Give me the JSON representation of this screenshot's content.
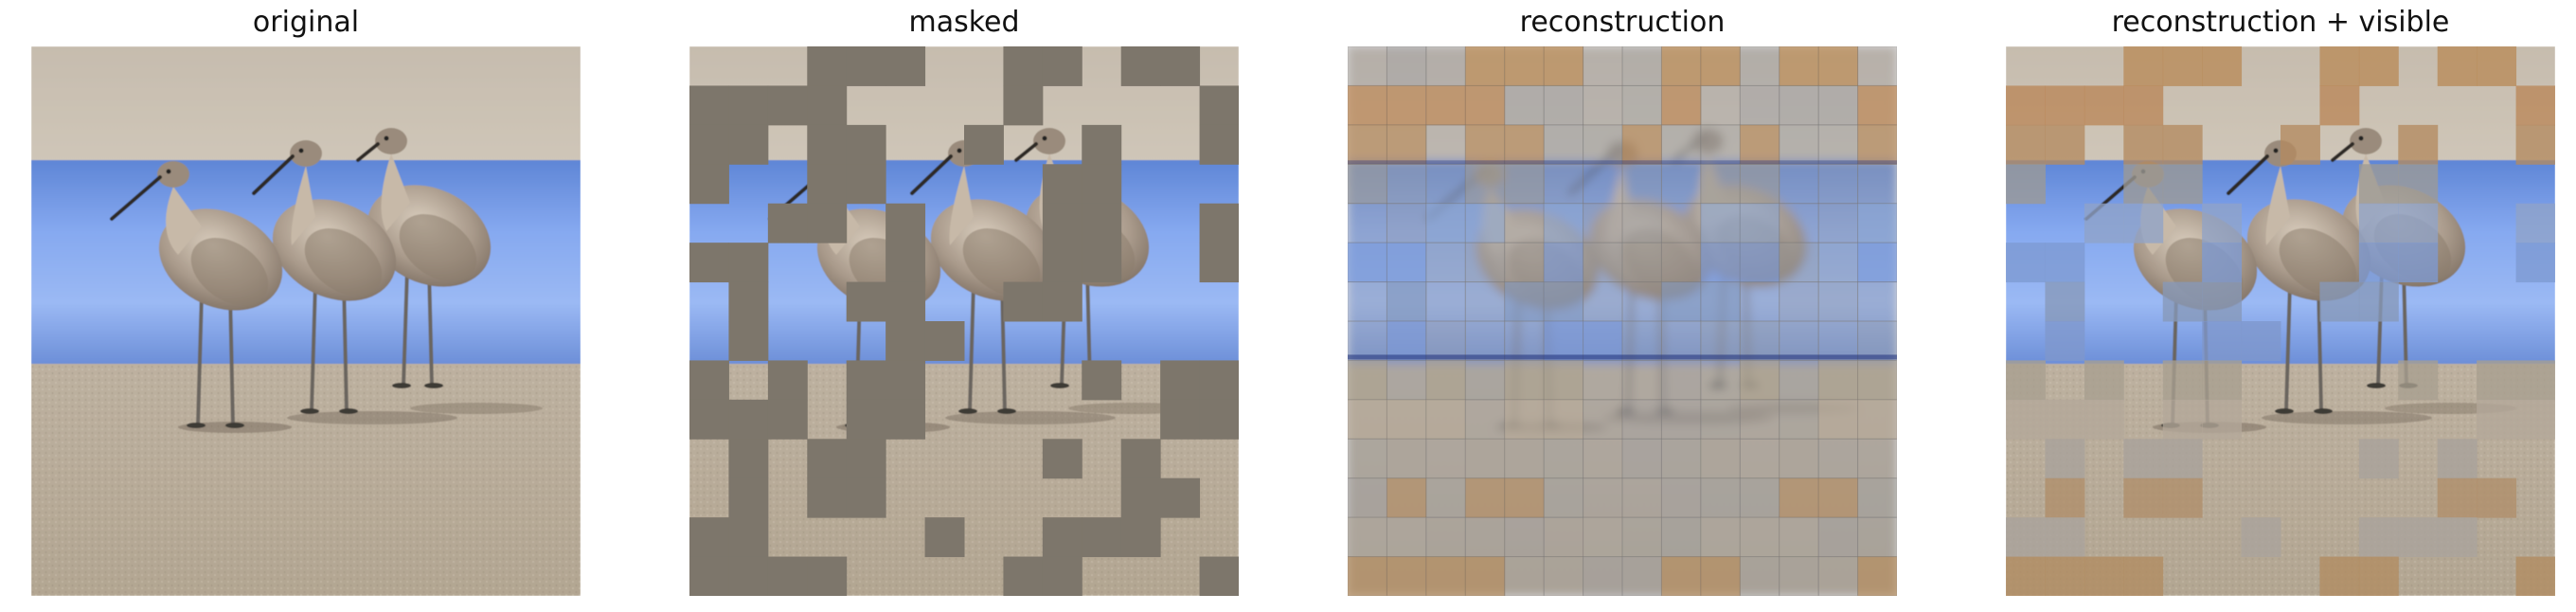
{
  "panels": [
    {
      "title": "original"
    },
    {
      "title": "masked"
    },
    {
      "title": "reconstruction"
    },
    {
      "title": "reconstruction + visible"
    }
  ],
  "scene": {
    "subject": "three sandpiper birds standing on a sandy beach",
    "grid_size": 14,
    "mask_color": "#7d766b",
    "sand_color": "#b9ab99",
    "sky_color": "#c9bfb0",
    "water_color": "#7da2ec",
    "recon_tint": "#b5834c",
    "masked_cells": [
      [
        0,
        3
      ],
      [
        0,
        4
      ],
      [
        0,
        5
      ],
      [
        0,
        8
      ],
      [
        0,
        9
      ],
      [
        0,
        11
      ],
      [
        0,
        12
      ],
      [
        1,
        0
      ],
      [
        1,
        1
      ],
      [
        1,
        2
      ],
      [
        1,
        3
      ],
      [
        1,
        8
      ],
      [
        1,
        13
      ],
      [
        2,
        0
      ],
      [
        2,
        1
      ],
      [
        2,
        3
      ],
      [
        2,
        4
      ],
      [
        2,
        7
      ],
      [
        2,
        10
      ],
      [
        2,
        13
      ],
      [
        3,
        0
      ],
      [
        3,
        3
      ],
      [
        3,
        4
      ],
      [
        3,
        9
      ],
      [
        3,
        10
      ],
      [
        4,
        2
      ],
      [
        4,
        3
      ],
      [
        4,
        5
      ],
      [
        4,
        9
      ],
      [
        4,
        10
      ],
      [
        4,
        13
      ],
      [
        5,
        0
      ],
      [
        5,
        1
      ],
      [
        5,
        5
      ],
      [
        5,
        9
      ],
      [
        5,
        10
      ],
      [
        5,
        13
      ],
      [
        6,
        1
      ],
      [
        6,
        4
      ],
      [
        6,
        5
      ],
      [
        6,
        8
      ],
      [
        6,
        9
      ],
      [
        7,
        1
      ],
      [
        7,
        5
      ],
      [
        7,
        6
      ],
      [
        8,
        0
      ],
      [
        8,
        2
      ],
      [
        8,
        4
      ],
      [
        8,
        5
      ],
      [
        8,
        10
      ],
      [
        8,
        12
      ],
      [
        8,
        13
      ],
      [
        9,
        0
      ],
      [
        9,
        1
      ],
      [
        9,
        2
      ],
      [
        9,
        4
      ],
      [
        9,
        5
      ],
      [
        9,
        12
      ],
      [
        9,
        13
      ],
      [
        10,
        1
      ],
      [
        10,
        3
      ],
      [
        10,
        4
      ],
      [
        10,
        9
      ],
      [
        10,
        11
      ],
      [
        11,
        1
      ],
      [
        11,
        3
      ],
      [
        11,
        4
      ],
      [
        11,
        11
      ],
      [
        11,
        12
      ],
      [
        12,
        0
      ],
      [
        12,
        1
      ],
      [
        12,
        6
      ],
      [
        12,
        9
      ],
      [
        12,
        10
      ],
      [
        12,
        11
      ],
      [
        13,
        0
      ],
      [
        13,
        1
      ],
      [
        13,
        2
      ],
      [
        13,
        3
      ],
      [
        13,
        8
      ],
      [
        13,
        9
      ],
      [
        13,
        13
      ]
    ]
  }
}
